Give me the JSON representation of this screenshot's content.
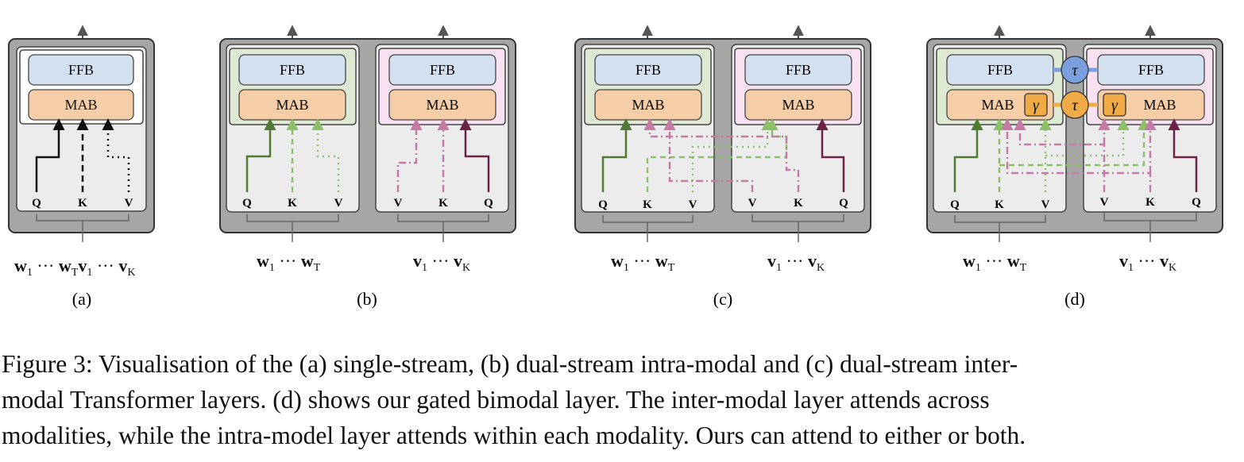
{
  "blocks": {
    "ffb": "FFB",
    "mab": "MAB"
  },
  "ports": {
    "q": "Q",
    "k": "K",
    "v": "V"
  },
  "gates": {
    "tau": "τ",
    "gamma": "γ"
  },
  "inputs": {
    "w_seq": [
      "w",
      "1",
      " ··· ",
      "w",
      "T"
    ],
    "v_seq": [
      "v",
      "1",
      " ··· ",
      "v",
      "K"
    ]
  },
  "panels": {
    "a": "(a)",
    "b": "(b)",
    "c": "(c)",
    "d": "(d)"
  },
  "caption": {
    "line1": "Figure 3:  Visualisation of the (a) single-stream, (b) dual-stream intra-modal and (c) dual-stream inter-",
    "line2": "modal Transformer layers.  (d) shows our gated bimodal layer.  The inter-modal layer attends across",
    "line3": "modalities, while the intra-model layer attends within each modality. Ours can attend to either or both."
  },
  "colors": {
    "outer_box": "#a6a6a6",
    "inner_box": "#ececec",
    "ffb": "#d3e0ef",
    "mab": "#f5cda6",
    "text_stream_bg": "#dde9d2",
    "visual_stream_bg": "#f8e2f2",
    "text_line": "#4e7a32",
    "text_line_light": "#8cbf68",
    "visual_line": "#6c2244",
    "visual_line_light": "#c47aa3",
    "tau_ffb": "#7a9fdc",
    "tau_mab": "#f0ab47"
  }
}
